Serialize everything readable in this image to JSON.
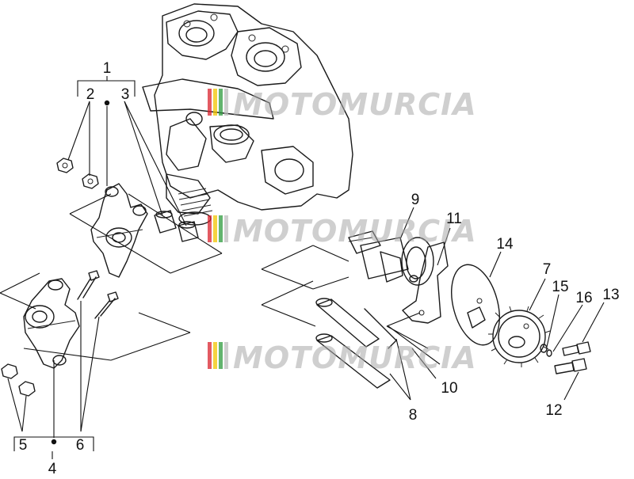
{
  "watermark": {
    "text": "MOTOMURCIA",
    "stripe_colors": [
      "#d9232d",
      "#f2c400",
      "#2e9b3e",
      "#bdbdbd"
    ]
  },
  "callouts": [
    {
      "id": "1",
      "label": "1"
    },
    {
      "id": "2",
      "label": "2"
    },
    {
      "id": "3",
      "label": "3"
    },
    {
      "id": "4",
      "label": "4"
    },
    {
      "id": "5",
      "label": "5"
    },
    {
      "id": "6",
      "label": "6"
    },
    {
      "id": "7",
      "label": "7"
    },
    {
      "id": "8",
      "label": "8"
    },
    {
      "id": "9",
      "label": "9"
    },
    {
      "id": "10",
      "label": "10"
    },
    {
      "id": "11",
      "label": "11"
    },
    {
      "id": "12",
      "label": "12"
    },
    {
      "id": "13",
      "label": "13"
    },
    {
      "id": "14",
      "label": "14"
    },
    {
      "id": "15",
      "label": "15"
    },
    {
      "id": "16",
      "label": "16"
    }
  ]
}
